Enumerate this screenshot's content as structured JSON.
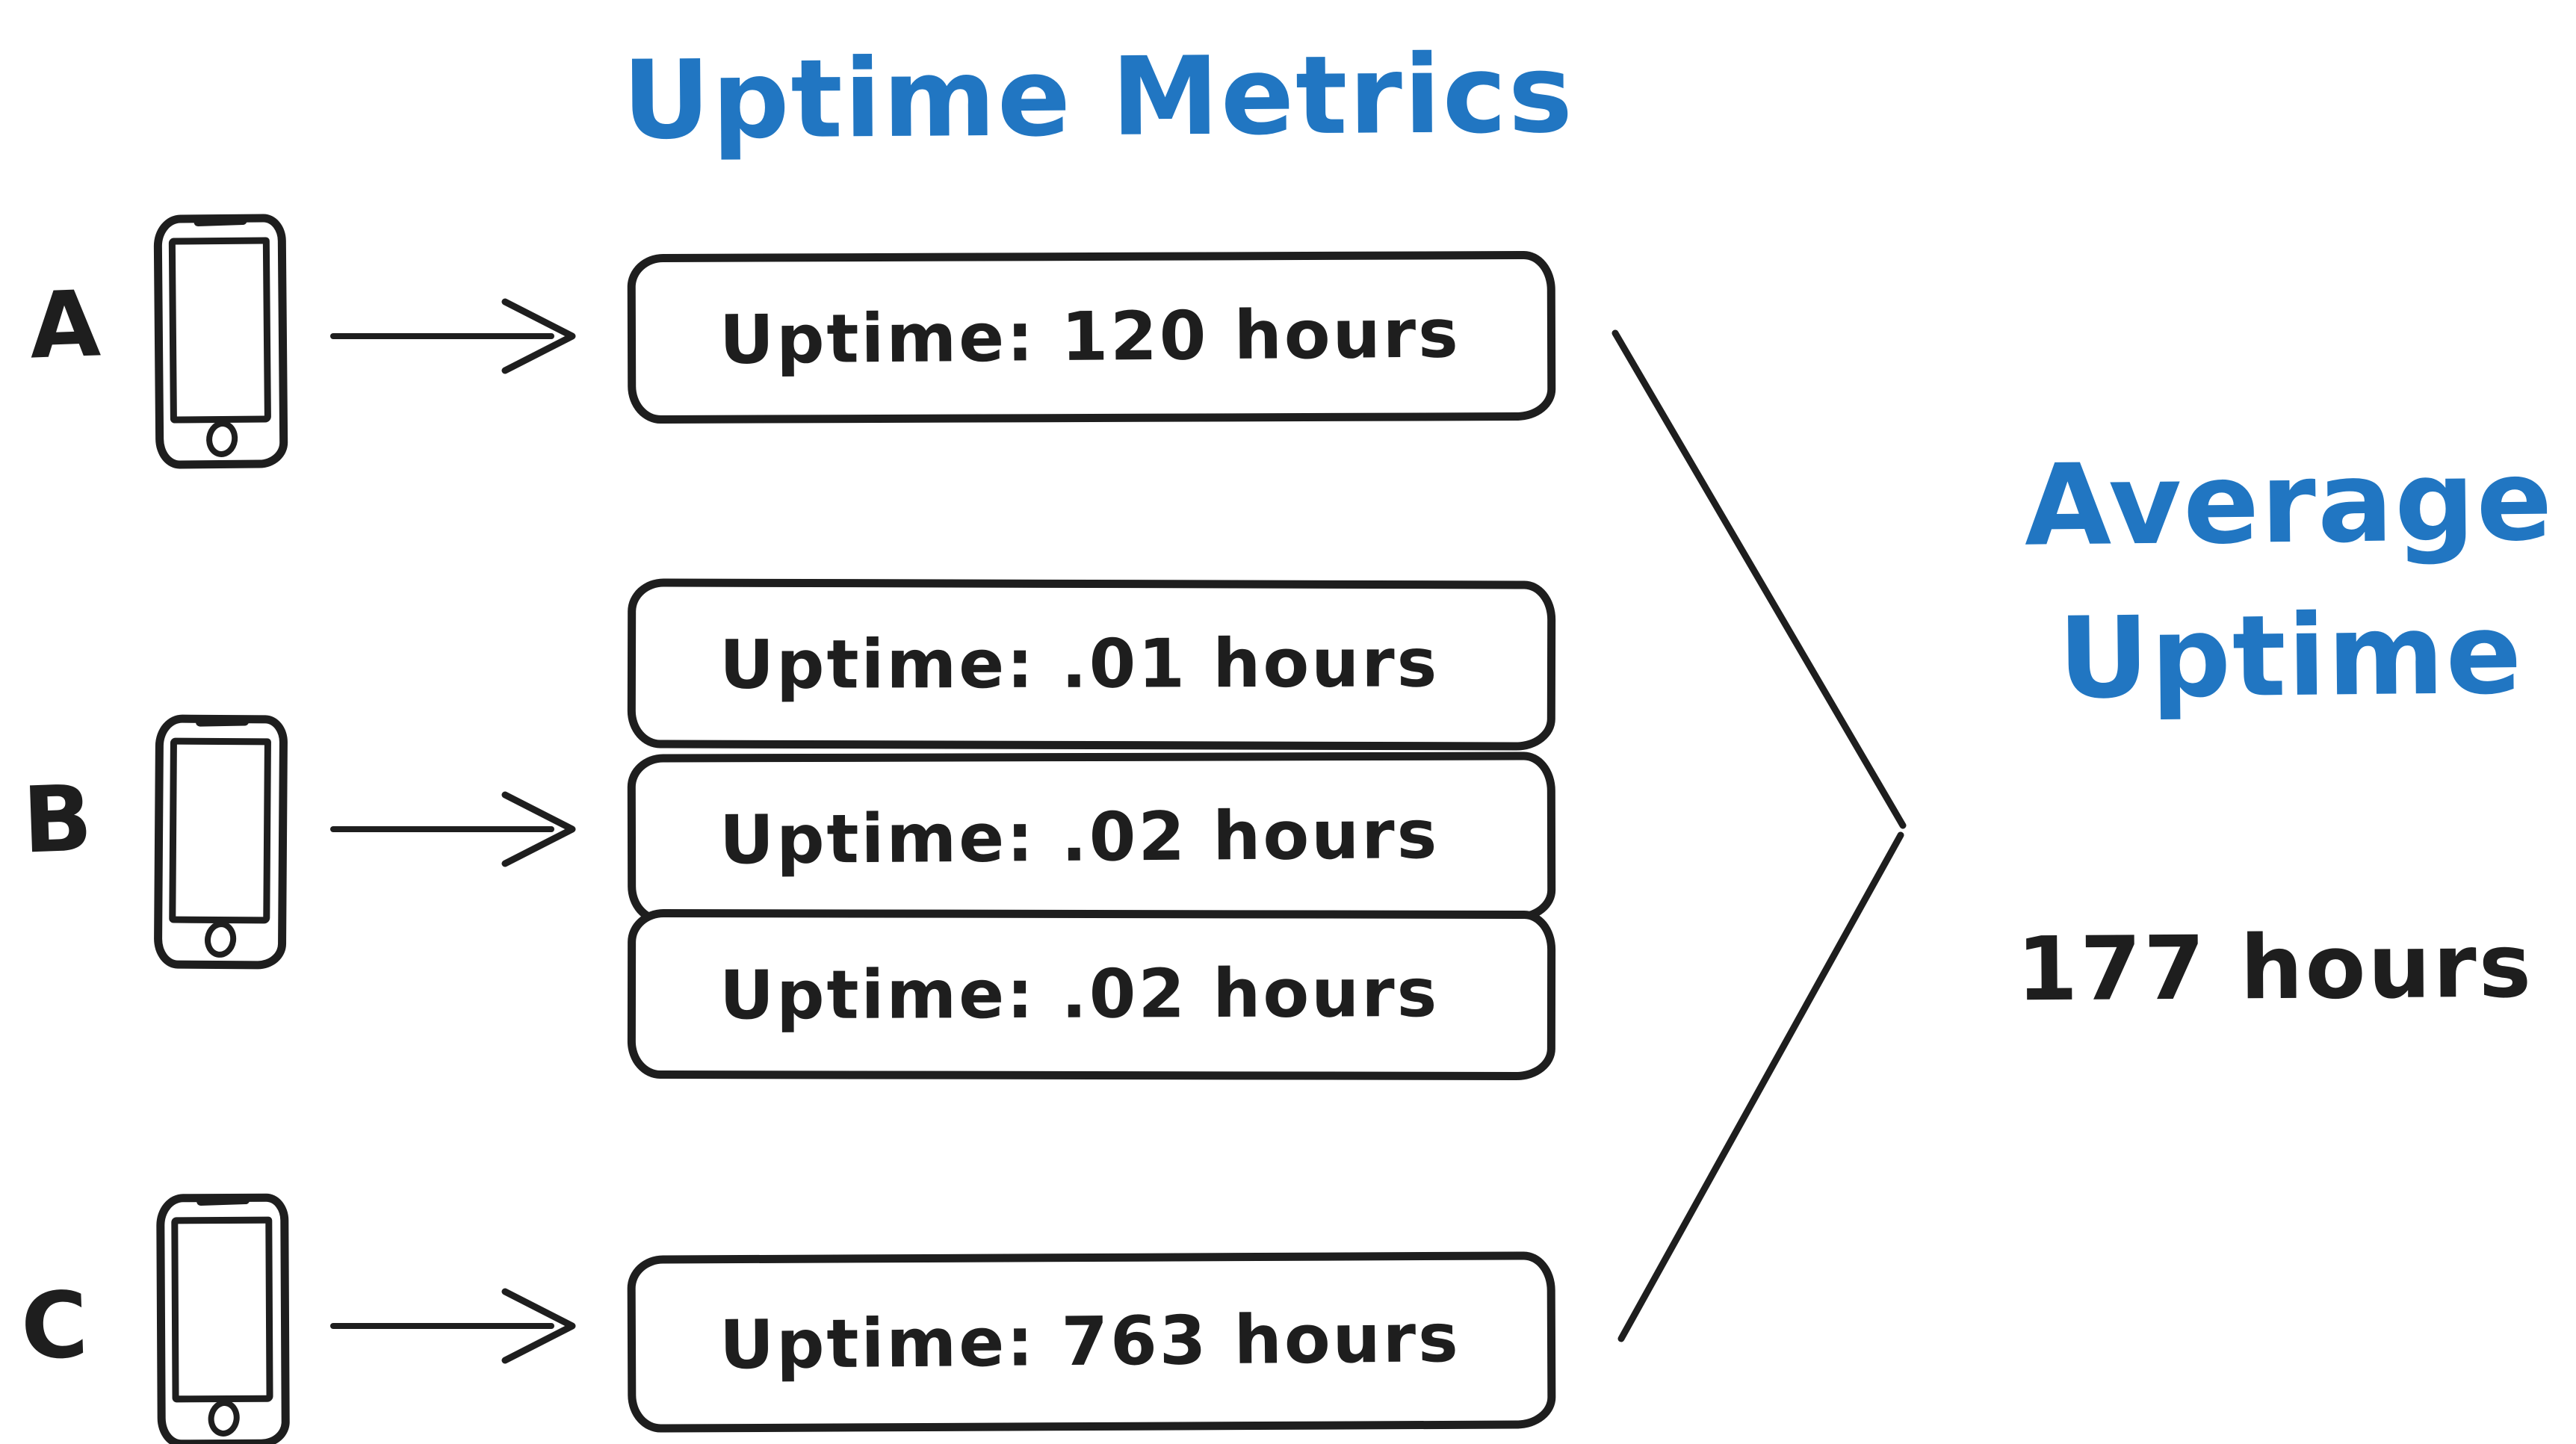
{
  "title": "Uptime Metrics",
  "colors": {
    "accent_blue": "#2176c2",
    "ink_black": "#1e1e1e",
    "background": "#ffffff"
  },
  "devices": [
    {
      "id": "A",
      "label": "A",
      "icon": "smartphone-icon",
      "metrics": [
        "Uptime: 120 hours"
      ]
    },
    {
      "id": "B",
      "label": "B",
      "icon": "smartphone-icon",
      "metrics": [
        "Uptime: .01 hours",
        "Uptime: .02 hours",
        "Uptime: .02 hours"
      ]
    },
    {
      "id": "C",
      "label": "C",
      "icon": "smartphone-icon",
      "metrics": [
        "Uptime: 763 hours"
      ]
    }
  ],
  "result": {
    "heading_line1": "Average",
    "heading_line2": "Uptime",
    "value": "177 hours"
  }
}
